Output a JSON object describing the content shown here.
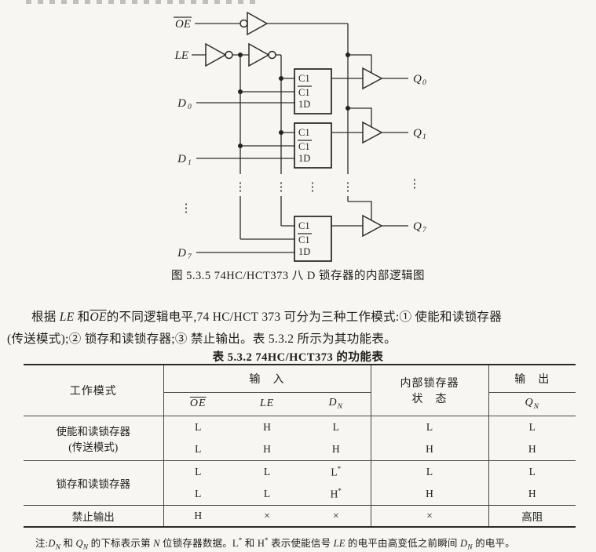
{
  "diagram": {
    "oe": "OE",
    "le": "LE",
    "d0b": "D",
    "d0s": "0",
    "d1b": "D",
    "d1s": "1",
    "d7b": "D",
    "d7s": "7",
    "q0b": "Q",
    "q0s": "0",
    "q1b": "Q",
    "q1s": "1",
    "q7b": "Q",
    "q7s": "7",
    "c1": "C1",
    "c1inv": "C1",
    "oned": "1D",
    "dots": "⋮",
    "caption": "图 5.3.5  74HC/HCT373 八 D 锁存器的内部逻辑图"
  },
  "paragraph": {
    "l1a": "根据 ",
    "l1b": "LE",
    "l1c": " 和",
    "l1d": "OE",
    "l1e": "的不同逻辑电平,74 HC/HCT 373 可分为三种工作模式:① 使能和读锁存器",
    "l2": "(传送模式);② 锁存和读锁存器;③ 禁止输出。表 5.3.2 所示为其功能表。"
  },
  "table": {
    "title": "表 5.3.2  74HC/HCT373 的功能表",
    "header": {
      "mode": "工作模式",
      "input_group": "输　入",
      "state_line1": "内部锁存器",
      "state_line2": "状　态",
      "output_group": "输　出",
      "oe": "OE",
      "le": "LE",
      "dn_base": "D",
      "dn_sub": "N",
      "qn_base": "Q",
      "qn_sub": "N"
    },
    "groups": [
      {
        "mode_line1": "使能和读锁存器",
        "mode_line2": "(传送模式)",
        "rows": [
          [
            "L",
            "H",
            "L",
            "L",
            "L"
          ],
          [
            "L",
            "H",
            "H",
            "H",
            "H"
          ]
        ]
      },
      {
        "mode_line1": "锁存和读锁存器",
        "rows": [
          [
            "L",
            "L",
            {
              "t": "L",
              "s": "*"
            },
            "L",
            "L"
          ],
          [
            "L",
            "L",
            {
              "t": "H",
              "s": "*"
            },
            "H",
            "H"
          ]
        ]
      },
      {
        "mode_line1": "禁止输出",
        "rows": [
          [
            "H",
            "×",
            "×",
            "×",
            "高阻"
          ]
        ]
      }
    ]
  },
  "note": {
    "n1": "注:",
    "n2": "D",
    "n3": "N",
    "n4": " 和 ",
    "n5": "Q",
    "n6": "N",
    "n7": " 的下标表示第 ",
    "n8": "N",
    "n9": " 位锁存器数据。L",
    "n10": "*",
    "n11": " 和 H",
    "n12": "*",
    "n13": " 表示使能信号 ",
    "n14": "LE",
    "n15": " 的电平由高变低之前瞬间 ",
    "n16": "D",
    "n17": "N",
    "n18": " 的电平。"
  }
}
